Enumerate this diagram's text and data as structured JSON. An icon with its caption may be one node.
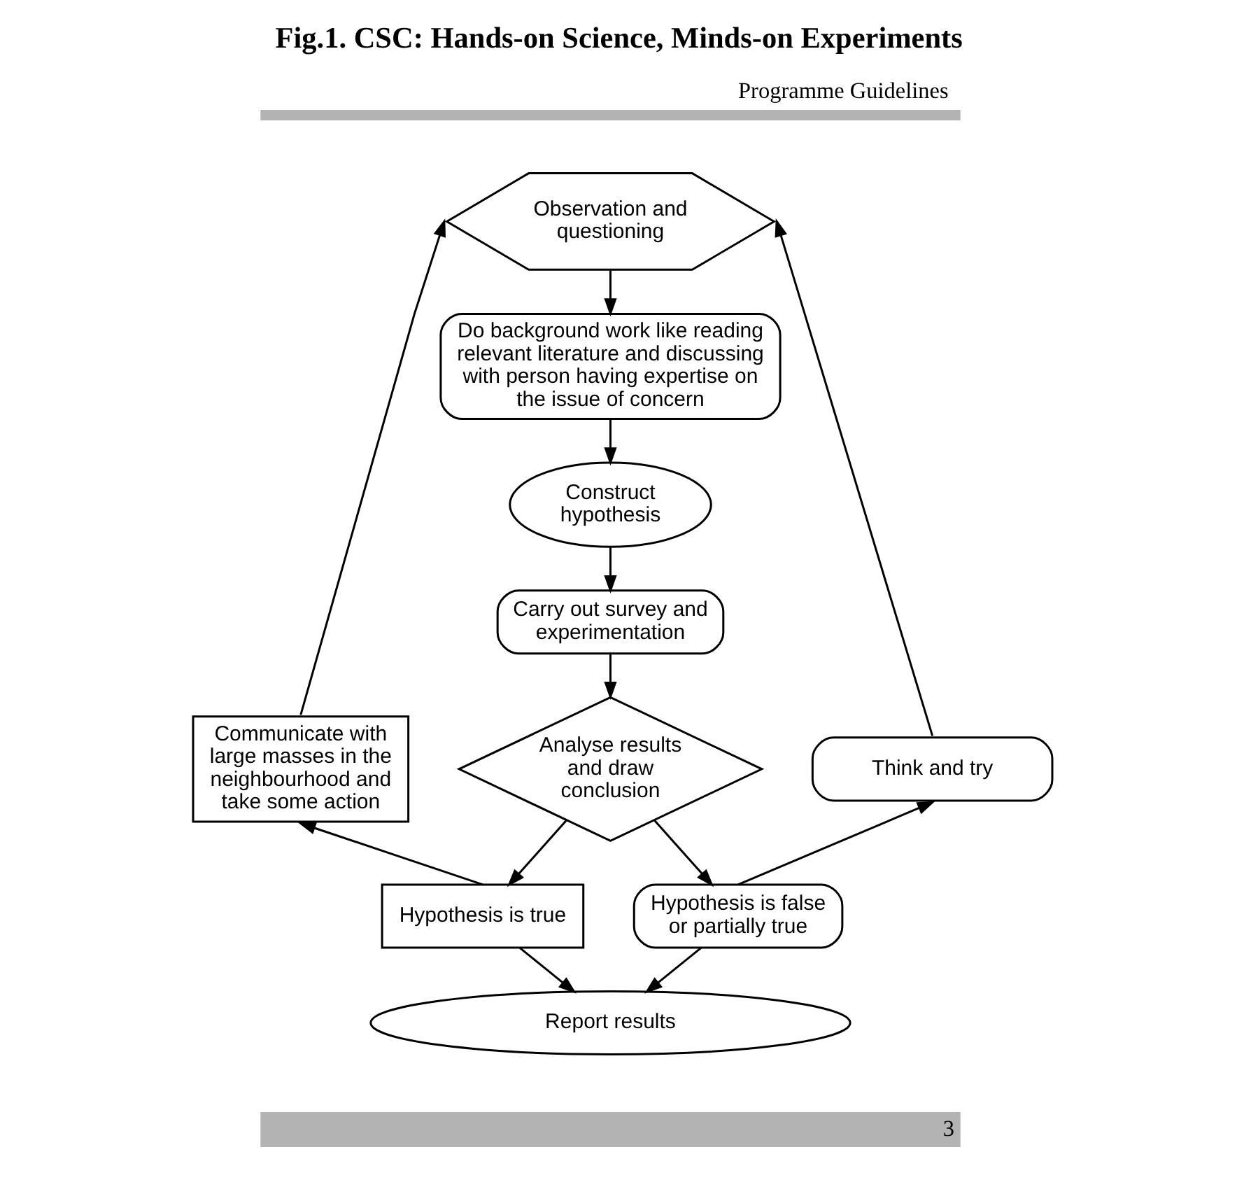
{
  "diagram": {
    "title": "Fig.1. CSC: Hands-on Science, Minds-on Experiments",
    "nodes": [
      {
        "text": [
          "Observation and questioning"
        ]
      },
      {
        "text": [
          "Do background work like reading relevant literature and discussing with person having expertise on the issue of concern"
        ]
      },
      {
        "text": [
          "Construct hypothesis"
        ]
      },
      {
        "text": [
          "Carry out survey and experimentation"
        ]
      },
      {
        "text": [
          "Analyse results and draw conclusion"
        ]
      },
      {
        "text": [
          "Communicate with large masses in the neighbourhood and take some action"
        ]
      },
      {
        "text": [
          "Think and try"
        ]
      },
      {
        "text": [
          "Hypothesis is true"
        ]
      },
      {
        "text": [
          "Hypothesis is false or partially true"
        ]
      },
      {
        "text": [
          "Report results"
        ]
      }
    ],
    "edges": [
      {
        "from": 0,
        "to": 1,
        "arrow": "to"
      },
      {
        "from": 1,
        "to": 2,
        "arrow": "to"
      },
      {
        "from": 2,
        "to": 3,
        "arrow": "to"
      },
      {
        "from": 3,
        "to": 4,
        "arrow": "to"
      },
      {
        "from": 4,
        "to": 7,
        "arrow": "to"
      },
      {
        "from": 4,
        "to": 8,
        "arrow": "to"
      },
      {
        "from": 7,
        "to": 5,
        "arrow": "to"
      },
      {
        "from": 5,
        "to": 0,
        "arrow": "to"
      },
      {
        "from": 8,
        "to": 6,
        "arrow": "to"
      },
      {
        "from": 6,
        "to": 0,
        "arrow": "to"
      },
      {
        "from": 7,
        "to": 9,
        "arrow": "to"
      },
      {
        "from": 8,
        "to": 9,
        "arrow": "to"
      }
    ],
    "labels": [
      "Programme Guidelines",
      "3"
    ]
  }
}
